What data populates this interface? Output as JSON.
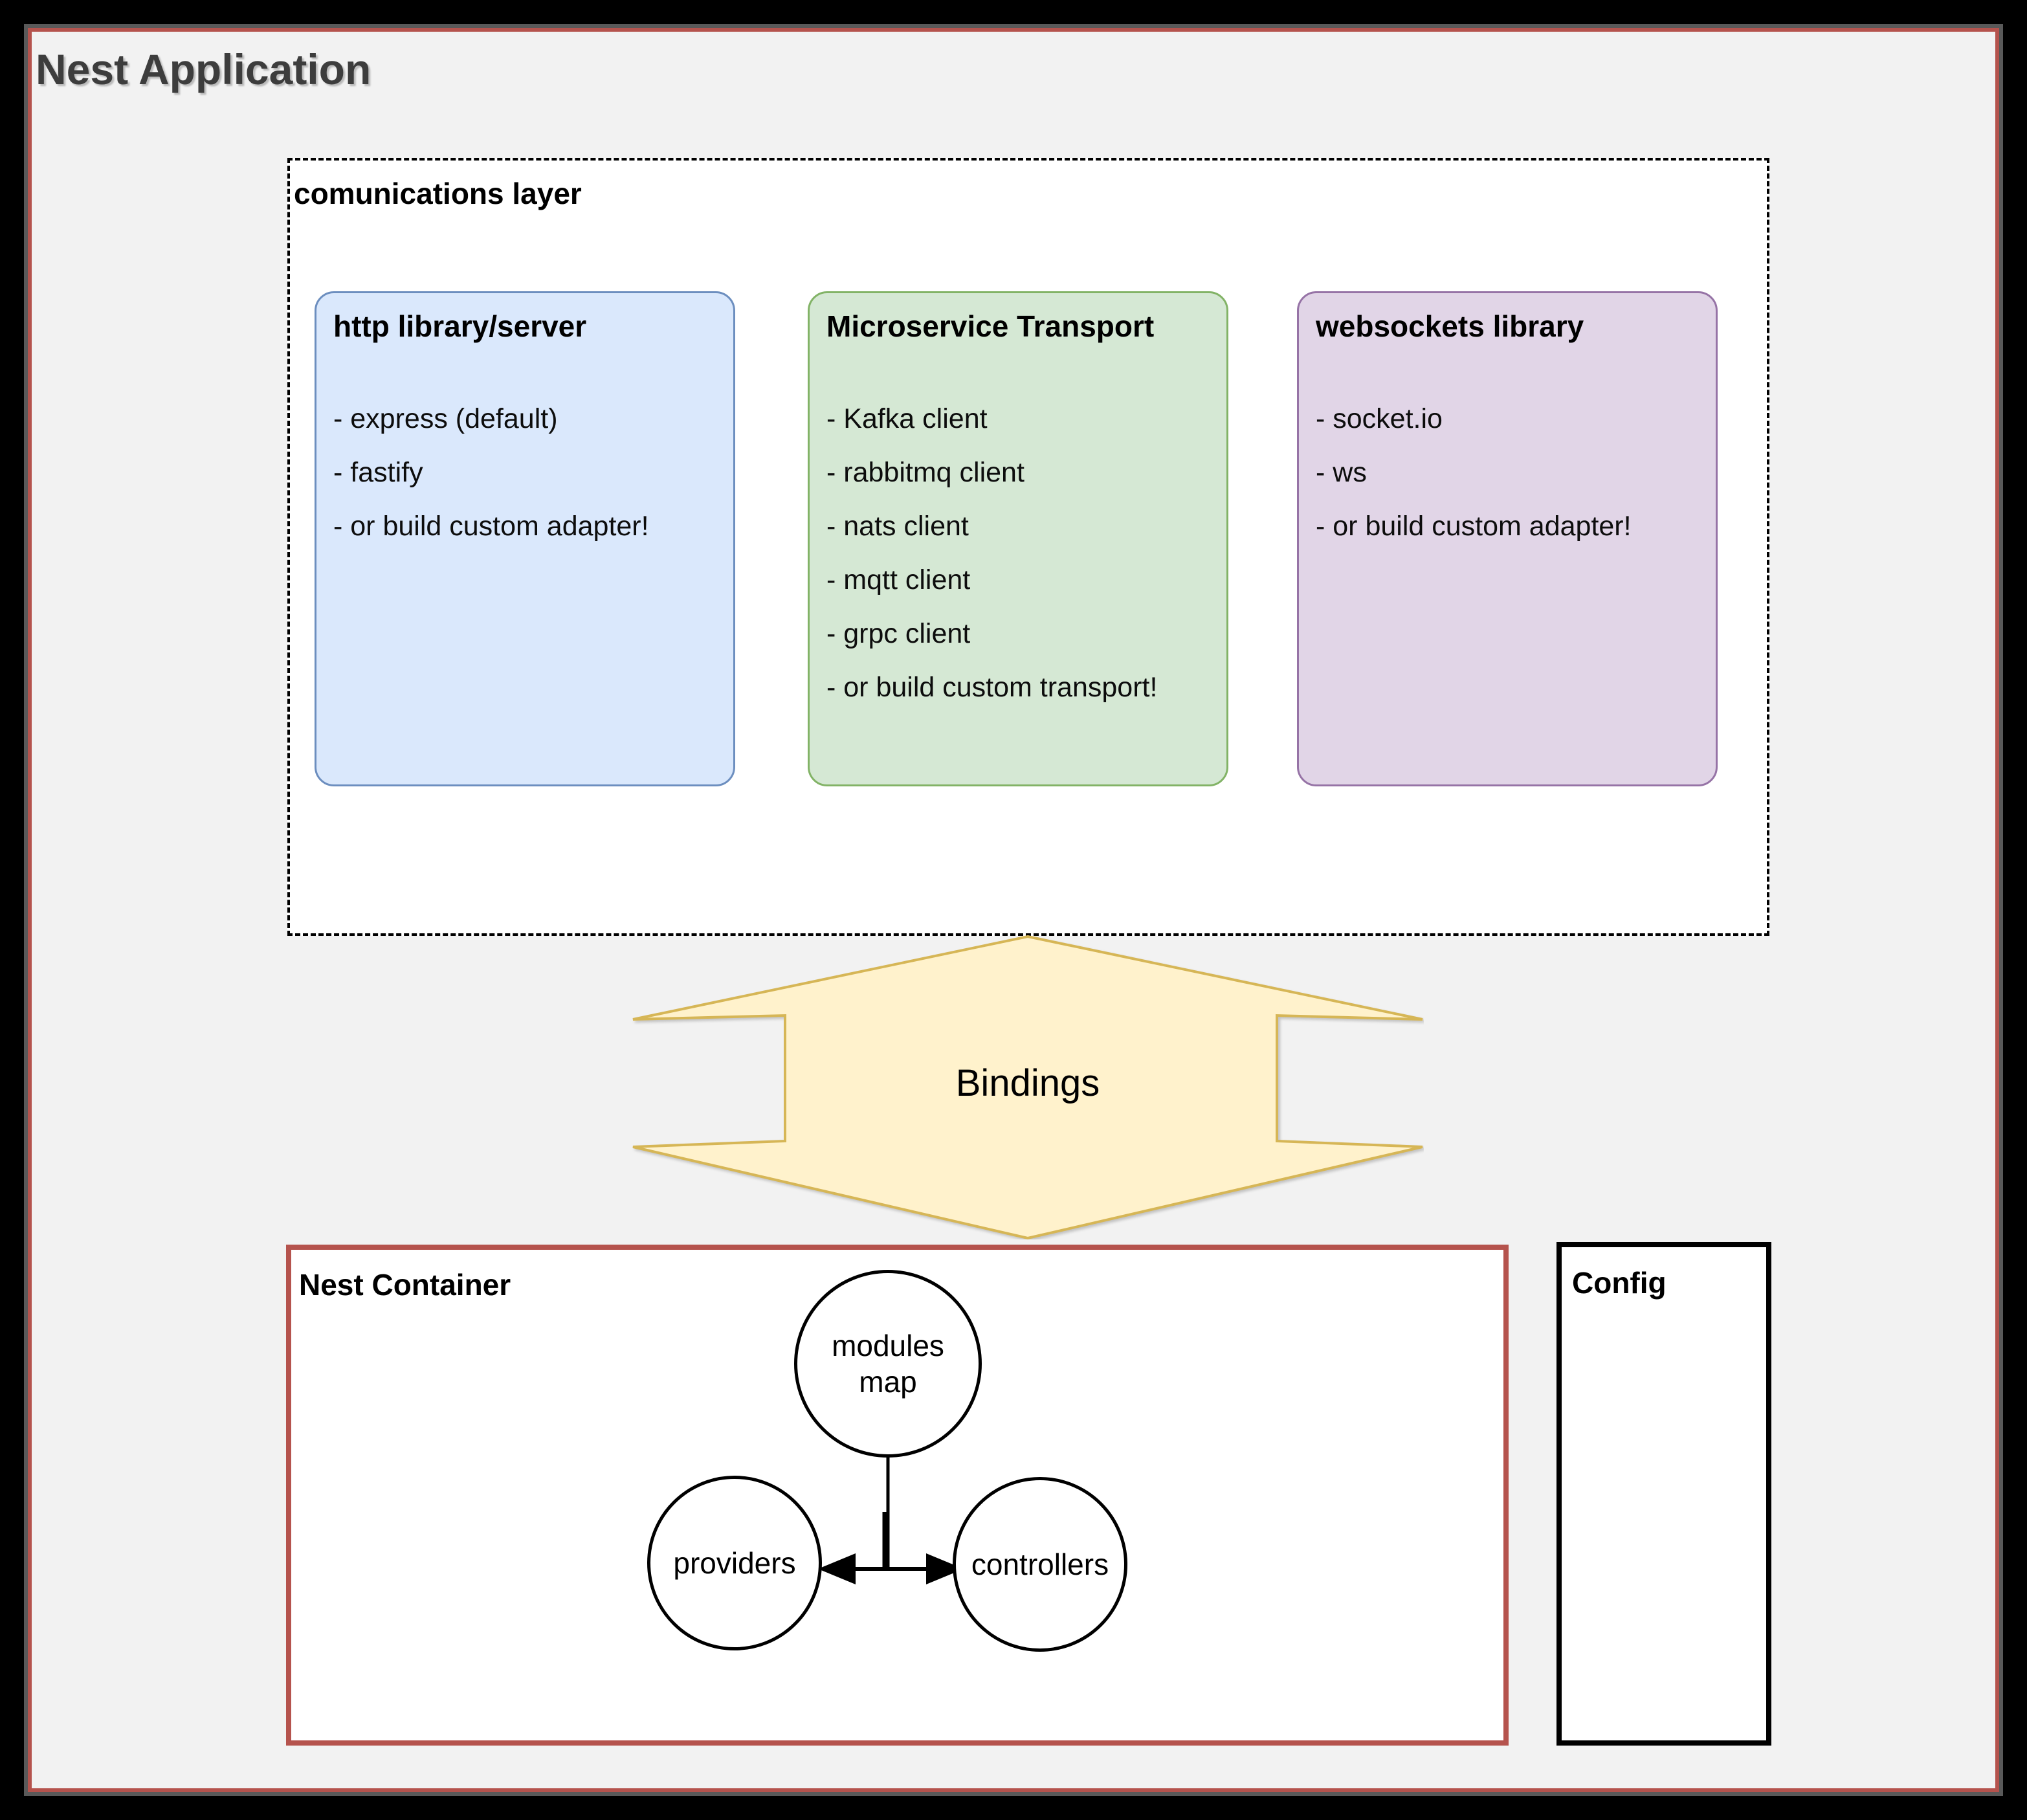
{
  "app": {
    "title": "Nest Application"
  },
  "comm_layer": {
    "label": "comunications layer",
    "cards": [
      {
        "title": "http library/server",
        "items": [
          "- express (default)",
          "- fastify",
          "- or build custom adapter!"
        ],
        "fill": "#dae8fc",
        "stroke": "#6c8ebf"
      },
      {
        "title": "Microservice Transport",
        "items": [
          "- Kafka client",
          "- rabbitmq client",
          "- nats client",
          "- mqtt client",
          "- grpc client",
          "- or build custom transport!"
        ],
        "fill": "#d5e8d4",
        "stroke": "#82b366"
      },
      {
        "title": "websockets library",
        "items": [
          "- socket.io",
          "- ws",
          "- or build custom adapter!"
        ],
        "fill": "#e1d5e7",
        "stroke": "#9673a6"
      }
    ]
  },
  "bindings": {
    "label": "Bindings",
    "fill": "#fff2cc",
    "stroke": "#d6b656"
  },
  "nest_container": {
    "label": "Nest Container",
    "nodes": [
      "modules map",
      "providers",
      "controllers"
    ],
    "border_color": "#b5534d"
  },
  "config": {
    "label": "Config"
  },
  "colors": {
    "outer_background": "#000000",
    "panel_background": "#f2f2f2",
    "panel_border": "#b5534d",
    "panel_outline": "#595959",
    "title_text": "#3d3d3d"
  }
}
